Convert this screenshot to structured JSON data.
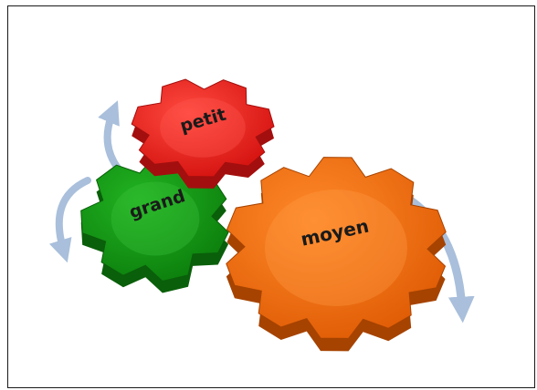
{
  "diagram": {
    "gears": [
      {
        "id": "small",
        "label": "petit",
        "color": "#e8201e",
        "shade": "#a30f0e",
        "highlight": "#ff5a50"
      },
      {
        "id": "large",
        "label": "grand",
        "color": "#139a13",
        "shade": "#0a5f0a",
        "highlight": "#3cc43c"
      },
      {
        "id": "medium",
        "label": "moyen",
        "color": "#f06a0a",
        "shade": "#a64300",
        "highlight": "#ff9a45"
      }
    ],
    "arrow_color": "#a9bfdb"
  }
}
